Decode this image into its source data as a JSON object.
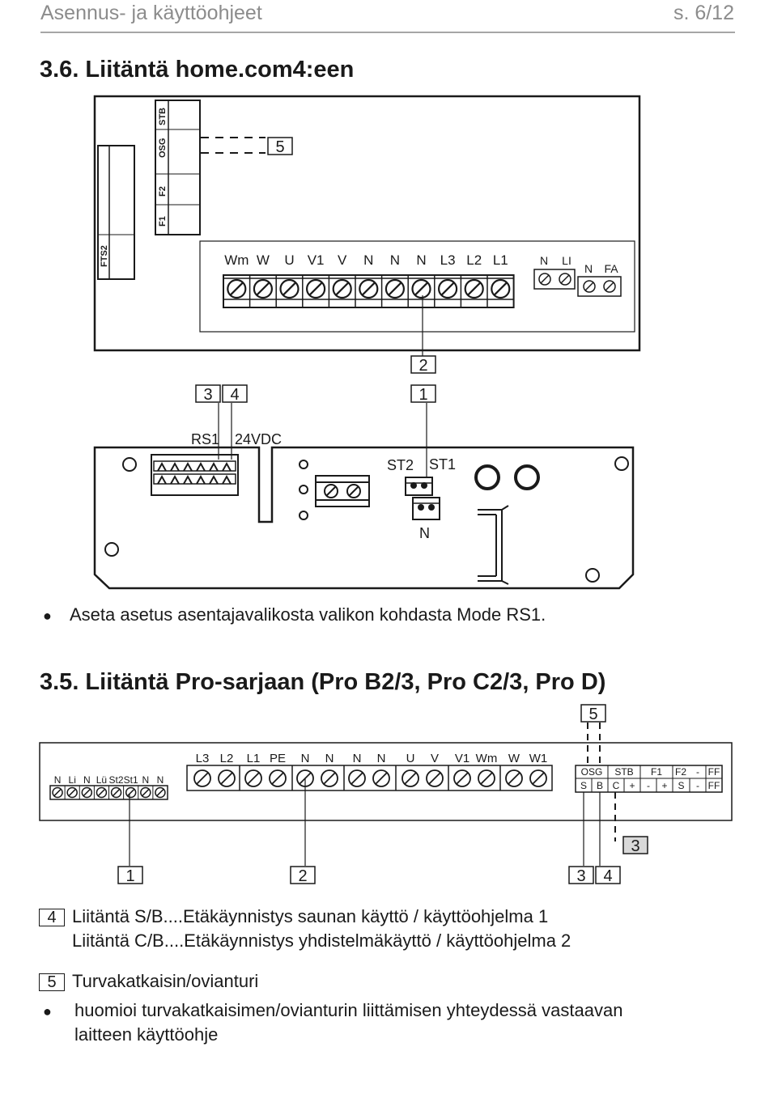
{
  "header": {
    "title": "Asennus- ja käyttöohjeet",
    "page": "s. 6/12"
  },
  "section1": {
    "heading": "3.6.  Liitäntä home.com4:een",
    "relay_labels": [
      "STB",
      "OSG",
      "F2",
      "F1"
    ],
    "fts_label": "FTS2",
    "terminal_labels": [
      "Wm",
      "W",
      "U",
      "V1",
      "V",
      "N",
      "N",
      "N",
      "L3",
      "L2",
      "L1"
    ],
    "small_terminal_a": [
      "N",
      "LI"
    ],
    "small_terminal_b": [
      "N",
      "FA"
    ],
    "callouts": [
      "5",
      "2",
      "3",
      "4",
      "1"
    ],
    "rs1_label": "RS1",
    "vdc_label": "24VDC",
    "st2_label": "ST2",
    "st1_label": "ST1",
    "n_label": "N",
    "bullet": "Aseta asetus asentajavalikosta valikon kohdasta Mode RS1."
  },
  "section2": {
    "heading": "3.5.  Liitäntä Pro-sarjaan (Pro B2/3, Pro C2/3, Pro D)",
    "left_labels": [
      "N",
      "Li",
      "N",
      "Lü",
      "St2",
      "St1",
      "N",
      "N"
    ],
    "main_labels": [
      "L3",
      "L2",
      "L1",
      "PE",
      "N",
      "N",
      "N",
      "N",
      "U",
      "V",
      "V1",
      "Wm",
      "W",
      "W1"
    ],
    "right_top": [
      "OSG",
      "STB",
      "F1",
      "F2",
      "-",
      "FF"
    ],
    "right_bottom": [
      "S",
      "B",
      "C",
      "+",
      "-",
      "+",
      "S",
      "-",
      "FF"
    ],
    "callouts": [
      "5",
      "3",
      "1",
      "2",
      "3",
      "4"
    ],
    "legend4_box": "4",
    "legend4_line1": "Liitäntä S/B....Etäkäynnistys saunan käyttö / käyttöohjelma 1",
    "legend4_line2": "Liitäntä C/B....Etäkäynnistys yhdistelmäkäyttö / käyttöohjelma 2",
    "legend5_box": "5",
    "legend5_text": "Turvakatkaisin/ovianturi",
    "bullet_line1": "huomioi turvakatkaisimen/ovianturin liittämisen yhteydessä vastaavan",
    "bullet_line2": "laitteen käyttöohje"
  }
}
